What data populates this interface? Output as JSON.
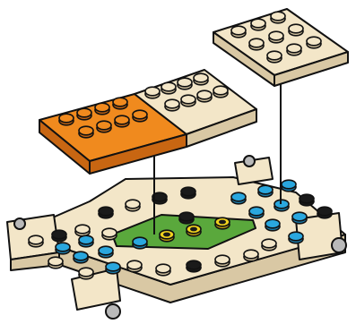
{
  "scene": {
    "subject": "lego-build-step",
    "pieces": [
      {
        "id": "tan-plate-3x3",
        "color_name": "tan",
        "studs": 9
      },
      {
        "id": "orange-plate-2x4-half",
        "color_name": "orange",
        "studs": 8
      },
      {
        "id": "tan-plate-2x4-half",
        "color_name": "tan",
        "studs": 8
      },
      {
        "id": "vehicle-base",
        "color_name": "tan",
        "studs": 40
      }
    ],
    "colors": {
      "tan": "#f3e6c8",
      "tan_shade": "#d9c8a4",
      "tan_edge": "#c9b48c",
      "orange": "#f08a1e",
      "orange_shade": "#c86612",
      "green": "#5aa83c",
      "blue": "#2aa7de",
      "black": "#1a1a1a",
      "yellow": "#f0d21e",
      "gray": "#b9b9b9",
      "outline": "#111111"
    }
  }
}
